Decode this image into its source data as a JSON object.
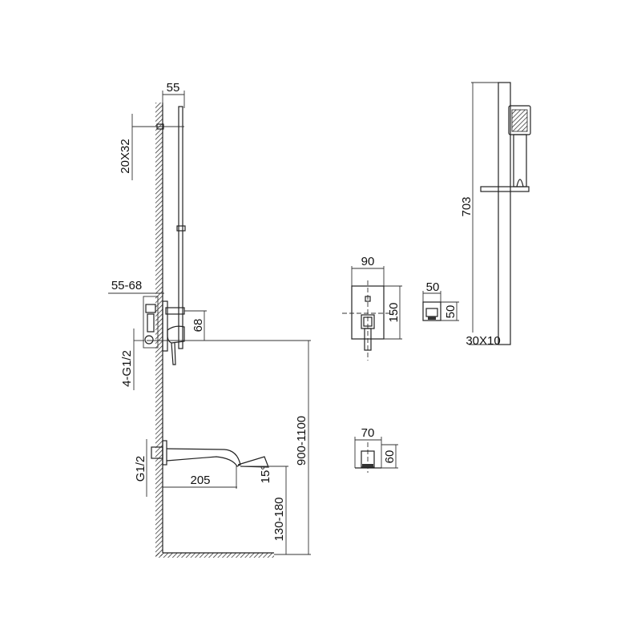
{
  "dimensions": {
    "rail_depth": "55",
    "rail_bracket": "20X32",
    "mixer_depth": "55-68",
    "mixer_outlet_offset": "68",
    "mixer_inlets": "4-G1/2",
    "mixer_height": "900-1100",
    "spout_inlet": "G1/2",
    "spout_length": "205",
    "spout_angle": "15°",
    "spout_height": "130-180",
    "plate_width": "90",
    "plate_height": "150",
    "outlet_width": "50",
    "outlet_height": "50",
    "spout_plate_width": "70",
    "spout_plate_height": "60",
    "rail_length": "703",
    "rail_section": "30X10"
  },
  "colors": {
    "line": "#222222",
    "background": "#ffffff"
  }
}
